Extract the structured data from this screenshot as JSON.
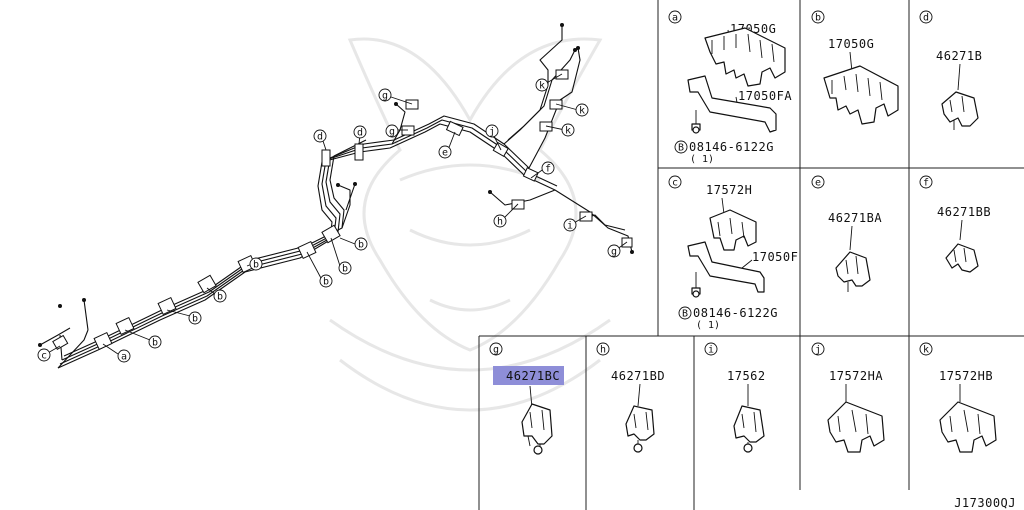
{
  "diagram": {
    "code": "J17300QJ",
    "overview_labels": {
      "a1": "a",
      "b1": "b",
      "b2": "b",
      "b3": "b",
      "b4": "b",
      "b5": "b",
      "b6": "b",
      "c1": "c",
      "d1": "d",
      "d2": "d",
      "e1": "e",
      "f1": "f",
      "g1": "g",
      "g2": "g",
      "g3": "g",
      "h1": "h",
      "i1": "i",
      "j1": "j",
      "k1": "k",
      "k2": "k",
      "k3": "k"
    },
    "cells": {
      "a": {
        "letter": "a",
        "part": "17050G",
        "part2": "17050FA",
        "bolt": "08146-6122G",
        "qty": "( 1)"
      },
      "b": {
        "letter": "b",
        "part": "17050G"
      },
      "d": {
        "letter": "d",
        "part": "46271B"
      },
      "c": {
        "letter": "c",
        "part": "17572H",
        "part2": "17050F",
        "bolt": "08146-6122G",
        "qty": "( 1)"
      },
      "e": {
        "letter": "e",
        "part": "46271BA"
      },
      "f": {
        "letter": "f",
        "part": "46271BB"
      },
      "g": {
        "letter": "g",
        "part": "46271BC"
      },
      "h": {
        "letter": "h",
        "part": "46271BD"
      },
      "i": {
        "letter": "i",
        "part": "17562"
      },
      "j": {
        "letter": "j",
        "part": "17572HA"
      },
      "k": {
        "letter": "k",
        "part": "17572HB"
      }
    },
    "bolt_prefix": "B",
    "highlight_color": "#8e8ed8"
  }
}
